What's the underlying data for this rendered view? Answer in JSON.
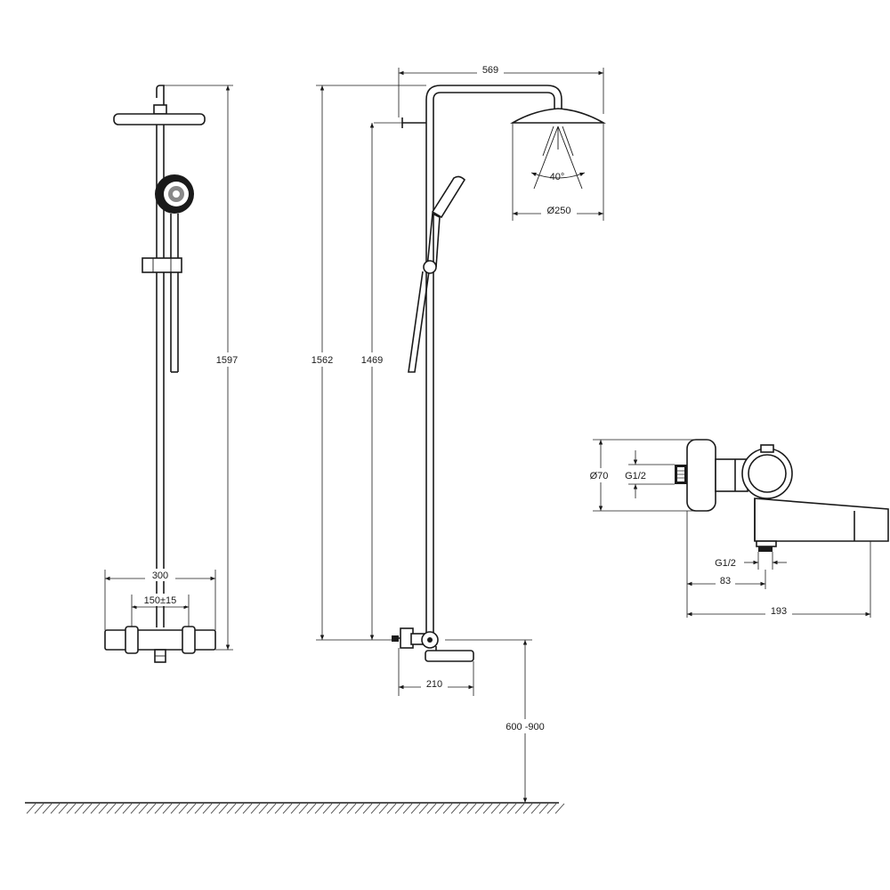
{
  "dimensions": {
    "front_height": "1597",
    "front_width": "300",
    "front_centers": "150±15",
    "side_total_height": "1562",
    "side_rail_height": "1469",
    "head_reach": "569",
    "spray_angle": "40°",
    "head_diameter": "Ø250",
    "spout_length": "210",
    "mount_height": "600 -900",
    "mixer_diameter": "Ø70",
    "mixer_inlet_thread": "G1/2",
    "spout_outlet_thread": "G1/2",
    "mixer_depth": "83",
    "mixer_length": "193"
  }
}
